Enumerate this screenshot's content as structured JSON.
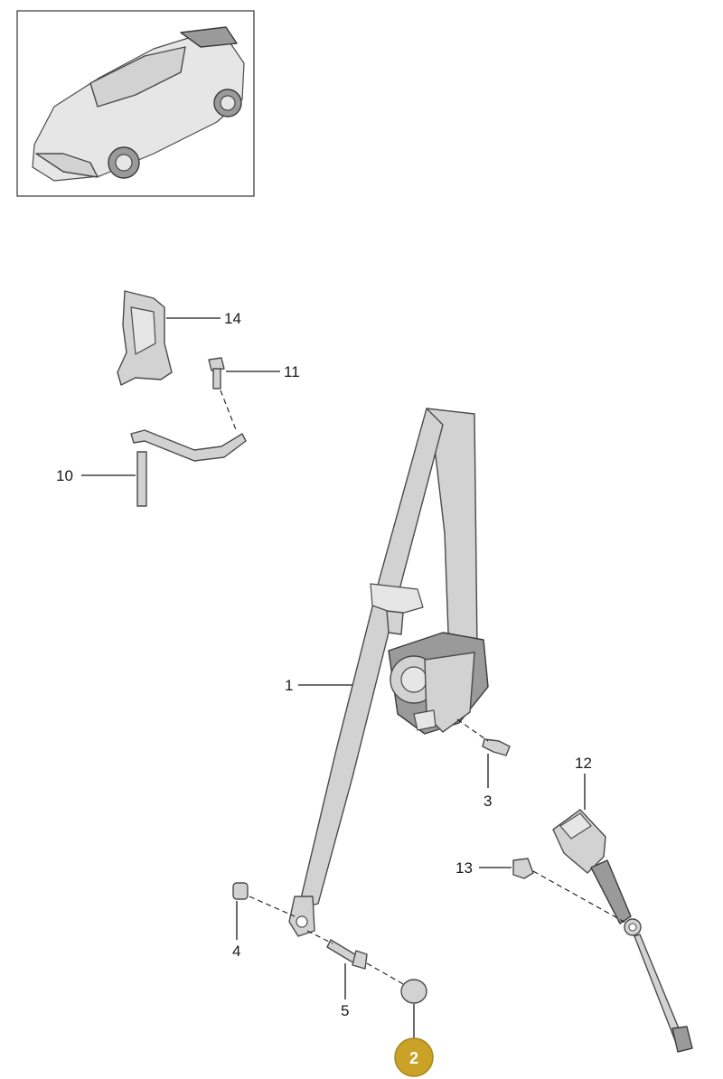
{
  "callouts": [
    {
      "id": "1",
      "text": "1",
      "highlighted": false
    },
    {
      "id": "2",
      "text": "2",
      "highlighted": true
    },
    {
      "id": "3",
      "text": "3",
      "highlighted": false
    },
    {
      "id": "4",
      "text": "4",
      "highlighted": false
    },
    {
      "id": "5",
      "text": "5",
      "highlighted": false
    },
    {
      "id": "10",
      "text": "10",
      "highlighted": false
    },
    {
      "id": "11",
      "text": "11",
      "highlighted": false
    },
    {
      "id": "12",
      "text": "12",
      "highlighted": false
    },
    {
      "id": "13",
      "text": "13",
      "highlighted": false
    },
    {
      "id": "14",
      "text": "14",
      "highlighted": false
    }
  ],
  "colors": {
    "highlight_badge": "#c9a227",
    "line": "#1a1a1a",
    "part_fill": "#d2d2d2"
  }
}
